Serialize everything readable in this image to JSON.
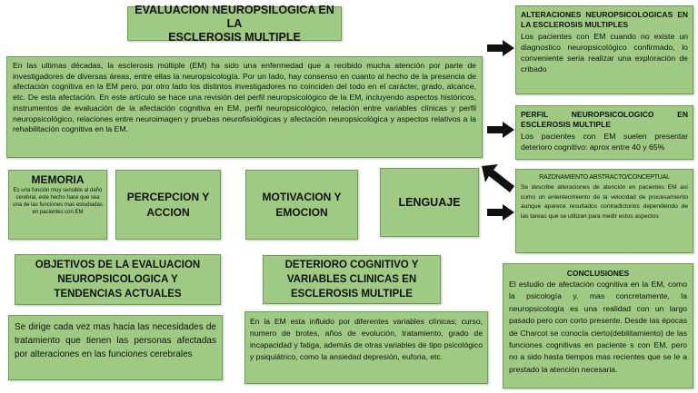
{
  "title": {
    "line1": "EVALUACION NEUROPSILOGICA EN LA",
    "line2": "ESCLEROSIS MULTIPLE"
  },
  "intro": {
    "text": "En las ultimas décadas, la esclerosis múltiple (EM) ha sido una enfermedad que a recibido mucha atención por parte de investigadores de diversas áreas, entre ellas la neuropsicología. Por un lado, hay consenso en cuanto al hecho de la presencia de afectación cognitiva en la EM pero, por otro lado los distintos investigadores no coinciden del todo en el carácter, grado, alcance, etc. De esta afectación. En este artículo se hace una revisión del perfil neuropsicológico de la EM, incluyendo aspectos históricos, instrumentos de evaluación de la afectación cognitiva en EM, perfil neuropsicológico, relación entre variables clínicas y perfil neuropsicológico, relaciones entre neuroimagen y pruebas neurofisiológicas y afectación neuropsicológica y aspectos relativos a la rehabilitación cognitiva en la EM."
  },
  "alteraciones": {
    "heading": "ALTERACIONES NEUROPSICOLOGICAS EN LA ESCLEROSIS MULTIPLES",
    "text": "Los pacientes con EM cuando no existe un diagnostico neuropsicológico confirmado, lo conveniente seria realizar una exploración de cribado"
  },
  "perfil": {
    "heading": "PERFIL NEUROPSICOLOGICO EN ESCLEROSIS MULTIPLE",
    "text": "Los pacientes con EM suelen presentar deterioro cognitivo: aprox entre 40 y 65%"
  },
  "memoria": {
    "heading": "MEMORIA",
    "text": "Es una función muy sensible al daño cerebral, este hecho hace que sea una de las funciones mas estudiadas en pacientes con EM"
  },
  "percepcion": {
    "line1": "PERCEPCION Y",
    "line2": "ACCION"
  },
  "motivacion": {
    "line1": "MOTIVACION Y",
    "line2": "EMOCION"
  },
  "lenguaje": {
    "label": "LENGUAJE"
  },
  "razonamiento": {
    "heading": "RAZONAMIENTO ABSTRACTO/CONCEPTUAL",
    "text": "Se describe alteraciones de atención en pacientes EM así como un enlentecimiento de la velocidad de procesamiento aunque aparece resultados contradictorios dependiendo de las tareas que se utilizan para medir estos aspectos"
  },
  "objetivos": {
    "line1": "OBJETIVOS DE LA EVALUACION",
    "line2": "NEUROPSICOLOGICA Y",
    "line3": "TENDENCIAS ACTUALES"
  },
  "objetivos_text": {
    "text": "Se dirige cada vez mas hacia las necesidades de tratamiento que tienen las personas afectadas por alteraciones en las funciones cerebrales"
  },
  "deterioro": {
    "line1": "DETERIORO COGNITIVO Y",
    "line2": "VARIABLES CLINICAS EN",
    "line3": "ESCLEROSIS MULTIPLE"
  },
  "deterioro_text": {
    "text": "En la EM esta influido por diferentes variables clínicas; curso, numero de brotes, años de evolución, tratamiento, grado de incapacidad y fatiga, además de otras variables de tipo psicológico y psiquiátrico, como la ansiedad depresión, euforia, etc."
  },
  "conclusiones": {
    "heading": "CONCLUSIONES",
    "text": "El estudio de afectación cognitiva en la EM, como la psicología y, mas concretamente, la neuropsicología es una realidad con un largo pasado pero con corto presente. Desde las épocas de Charcot se conocía cierto(debilitamiento) de las funciones cognitivas en paciente s con EM, pero no a sido hasta tiempos mas recientes que se le a prestado la atención necesaria."
  },
  "colors": {
    "box": "#9fca84",
    "border": "#6f9f55",
    "arrow": "#111111"
  }
}
